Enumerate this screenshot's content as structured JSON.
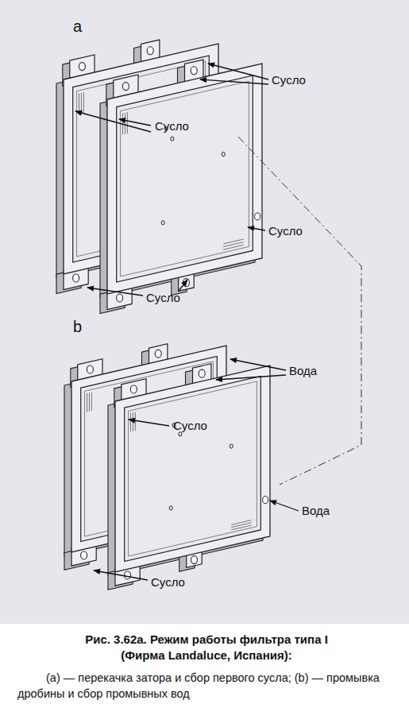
{
  "diagram": {
    "caption": "Рис. 3.62а. Режим работы фильтра типа I (Фирма Landaluce, Испания):",
    "labels": [
      "a",
      "Сусло",
      "Сусло",
      "Сусло",
      "Сусло",
      "b",
      "Вода",
      "Сусло",
      "Вода",
      "Сусло",
      "(a) — перекачка затора и сбор первого сусла; (b) — промывка дробины и сбор промывных вод"
    ]
  }
}
